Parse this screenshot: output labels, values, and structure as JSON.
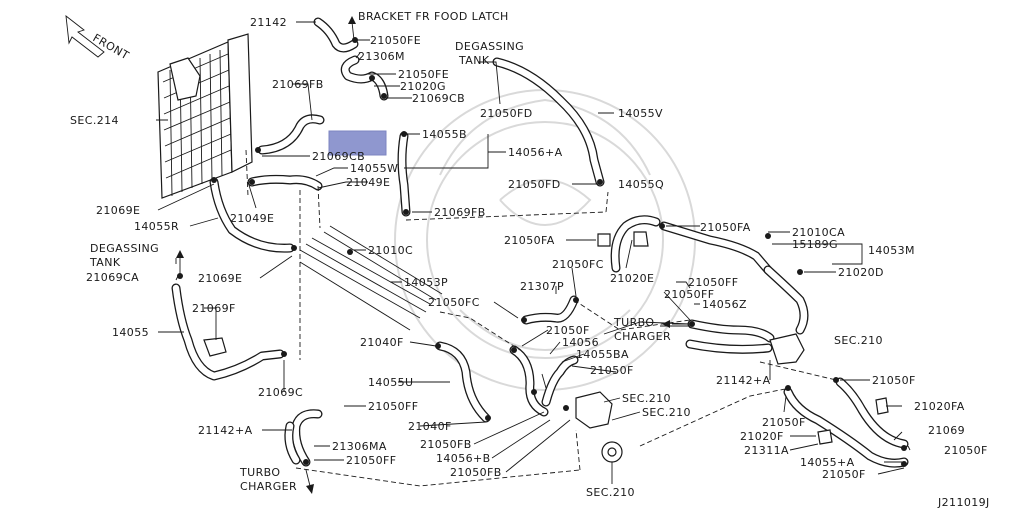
{
  "diagram": {
    "code": "J211019J",
    "direction": "FRONT",
    "highlight_color": "#8f97cf",
    "labels": [
      {
        "id": "p21142_top",
        "text": "21142"
      },
      {
        "id": "bracket",
        "text": "BRACKET FR FOOD LATCH"
      },
      {
        "id": "p21050FE_a",
        "text": "21050FE"
      },
      {
        "id": "p21306M",
        "text": "21306M"
      },
      {
        "id": "degas_top",
        "text": "DEGASSING"
      },
      {
        "id": "tank_top",
        "text": "TANK"
      },
      {
        "id": "p21050FE_b",
        "text": "21050FE"
      },
      {
        "id": "p21020G",
        "text": "21020G"
      },
      {
        "id": "p21069CB_a",
        "text": "21069CB"
      },
      {
        "id": "p21050FD_a",
        "text": "21050FD"
      },
      {
        "id": "p14055V",
        "text": "14055V"
      },
      {
        "id": "sec214",
        "text": "SEC.214"
      },
      {
        "id": "p21069FB_a",
        "text": "21069FB"
      },
      {
        "id": "p14055B",
        "text": "14055B"
      },
      {
        "id": "p14056A",
        "text": "14056+A"
      },
      {
        "id": "p21069CB_b",
        "text": "21069CB"
      },
      {
        "id": "p14055W",
        "text": "14055W"
      },
      {
        "id": "p21049E_a",
        "text": "21049E"
      },
      {
        "id": "p21050FD_b",
        "text": "21050FD"
      },
      {
        "id": "p14055Q",
        "text": "14055Q"
      },
      {
        "id": "p21069E_a",
        "text": "21069E"
      },
      {
        "id": "p21049E_b",
        "text": "21049E"
      },
      {
        "id": "p21069FB_b",
        "text": "21069FB"
      },
      {
        "id": "p14055R",
        "text": "14055R"
      },
      {
        "id": "p21050FA_a",
        "text": "21050FA"
      },
      {
        "id": "p21010CA",
        "text": "21010CA"
      },
      {
        "id": "p21050FA_b",
        "text": "21050FA"
      },
      {
        "id": "p15189G",
        "text": "15189G"
      },
      {
        "id": "p14053M",
        "text": "14053M"
      },
      {
        "id": "p21010C",
        "text": "21010C"
      },
      {
        "id": "degas_left",
        "text": "DEGASSING"
      },
      {
        "id": "tank_left",
        "text": "TANK"
      },
      {
        "id": "p21069CA",
        "text": "21069CA"
      },
      {
        "id": "p21069E_b",
        "text": "21069E"
      },
      {
        "id": "p21020E",
        "text": "21020E"
      },
      {
        "id": "p21050FC_a",
        "text": "21050FC"
      },
      {
        "id": "p21020D",
        "text": "21020D"
      },
      {
        "id": "p14053P",
        "text": "14053P"
      },
      {
        "id": "p21050FF_a",
        "text": "21050FF"
      },
      {
        "id": "p21307P",
        "text": "21307P"
      },
      {
        "id": "p21050FF_b",
        "text": "21050FF"
      },
      {
        "id": "p21069F",
        "text": "21069F"
      },
      {
        "id": "p21050FC_b",
        "text": "21050FC"
      },
      {
        "id": "p14056Z",
        "text": "14056Z"
      },
      {
        "id": "turbo_mid",
        "text": "TURBO"
      },
      {
        "id": "charger_mid",
        "text": "CHARGER"
      },
      {
        "id": "p14055",
        "text": "14055"
      },
      {
        "id": "p21050F_a",
        "text": "21050F"
      },
      {
        "id": "p21040F_a",
        "text": "21040F"
      },
      {
        "id": "p14056",
        "text": "14056"
      },
      {
        "id": "sec210_a",
        "text": "SEC.210"
      },
      {
        "id": "p14055BA",
        "text": "14055BA"
      },
      {
        "id": "p21050F_b",
        "text": "21050F"
      },
      {
        "id": "p14055U",
        "text": "14055U"
      },
      {
        "id": "p21142A_a",
        "text": "21142+A"
      },
      {
        "id": "p21050F_c",
        "text": "21050F"
      },
      {
        "id": "p21069C",
        "text": "21069C"
      },
      {
        "id": "sec210_b",
        "text": "SEC.210"
      },
      {
        "id": "sec210_c",
        "text": "SEC.210"
      },
      {
        "id": "p21020FA",
        "text": "21020FA"
      },
      {
        "id": "p21050FF_c",
        "text": "21050FF"
      },
      {
        "id": "p21050F_d",
        "text": "21050F"
      },
      {
        "id": "p21040F_b",
        "text": "21040F"
      },
      {
        "id": "p21142A_b",
        "text": "21142+A"
      },
      {
        "id": "p21069",
        "text": "21069"
      },
      {
        "id": "p21020F",
        "text": "21020F"
      },
      {
        "id": "p21050FB_a",
        "text": "21050FB"
      },
      {
        "id": "p21306MA",
        "text": "21306MA"
      },
      {
        "id": "p21311A",
        "text": "21311A"
      },
      {
        "id": "p21050F_e",
        "text": "21050F"
      },
      {
        "id": "p14056B",
        "text": "14056+B"
      },
      {
        "id": "p21050FF_d",
        "text": "21050FF"
      },
      {
        "id": "p14055A",
        "text": "14055+A"
      },
      {
        "id": "turbo_bot",
        "text": "TURBO"
      },
      {
        "id": "p21050FB_b",
        "text": "21050FB"
      },
      {
        "id": "p21050F_f",
        "text": "21050F"
      },
      {
        "id": "charger_bot",
        "text": "CHARGER"
      },
      {
        "id": "sec210_d",
        "text": "SEC.210"
      }
    ]
  }
}
